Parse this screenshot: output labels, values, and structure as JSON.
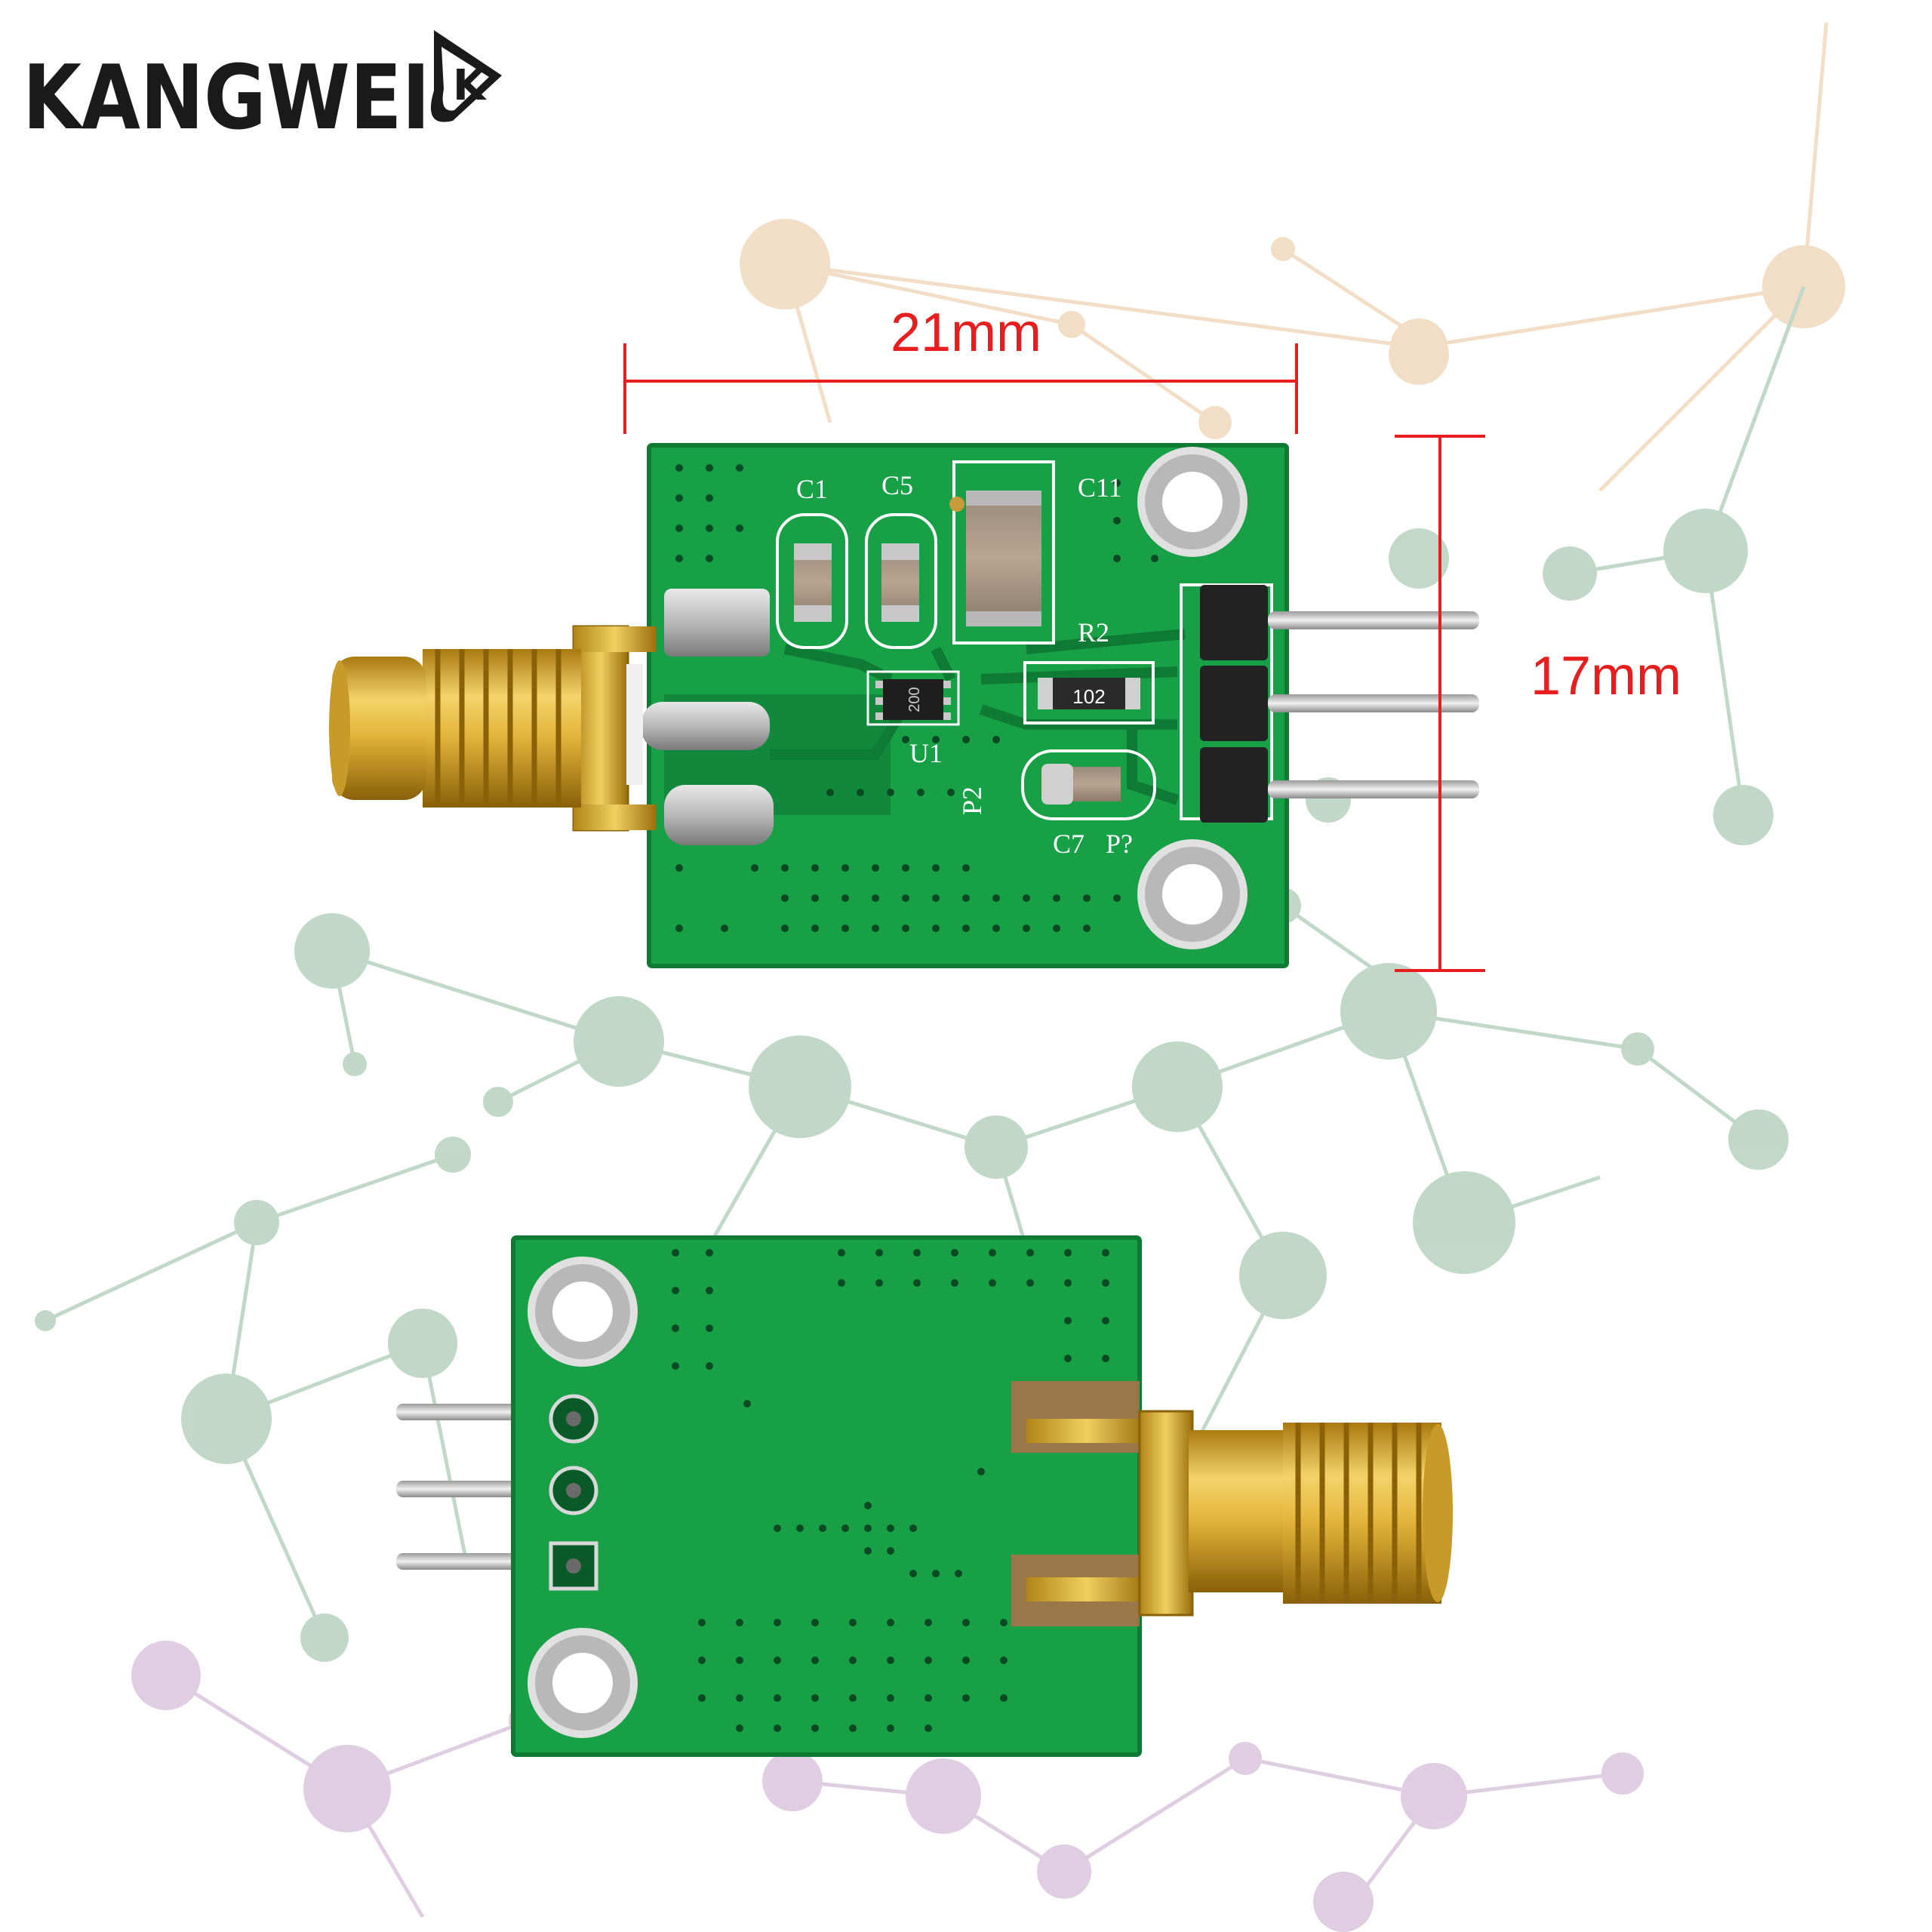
{
  "brand": {
    "name": "KANGWEI",
    "badge": "K"
  },
  "dimensions": {
    "width_label": "21mm",
    "height_label": "17mm"
  },
  "silkscreen": {
    "c1": "C1",
    "c5": "C5",
    "c11": "C11",
    "r2": "R2",
    "resistor_code": "102",
    "ic_code": "200",
    "u1": "U1",
    "p2": "P2",
    "c7": "C7",
    "pq": "P?"
  },
  "colors": {
    "pcb_green": "#17a046",
    "gold": "#d9a82c",
    "dimension_red": "#e61e1e",
    "bg_node_green": "#8fb89a",
    "bg_node_orange": "#e8c49a",
    "bg_node_purple": "#c6a6cc"
  }
}
